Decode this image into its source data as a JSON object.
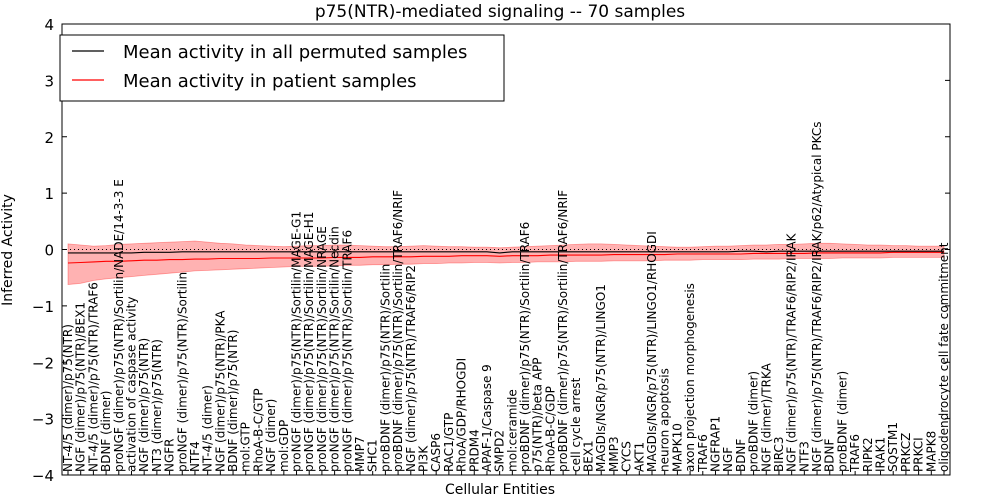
{
  "chart_data": {
    "type": "line",
    "title": "p75(NTR)-mediated signaling -- 70 samples",
    "xlabel": "Cellular Entities",
    "ylabel": "Inferred Activity",
    "ylim": [
      -4,
      4
    ],
    "yticks": [
      "−4",
      "−3",
      "−2",
      "−1",
      "0",
      "1",
      "2",
      "3",
      "4"
    ],
    "grid": false,
    "legend_position": "top-left",
    "reference_line": {
      "y": 0,
      "style": "dotted"
    },
    "categories": [
      "NT-4/5 (dimer)/p75(NTR)",
      "NGF (dimer)/p75(NTR)/BEX1",
      "NT-4/5 (dimer)/p75(NTR)/TRAF6",
      "BDNF (dimer)",
      "proNGF (dimer)/p75(NTR)/Sortilin/NADE/14-3-3 E",
      "activation of caspase activity",
      "NGF (dimer)/p75(NTR)",
      "NT3 (dimer)/p75(NTR)",
      "NGFR",
      "proNGF (dimer)/p75(NTR)/Sortilin",
      "NTF4",
      "NT-4/5 (dimer)",
      "NGF (dimer)/p75(NTR)/PKA",
      "BDNF (dimer)/p75(NTR)",
      "mol:GTP",
      "RhoA-B-C/GTP",
      "NGF (dimer)",
      "mol:GDP",
      "proNGF (dimer)/p75(NTR)/Sortilin/MAGE-G1",
      "proNGF (dimer)/p75(NTR)/Sortilin/MAGE-H1",
      "proNGF (dimer)/p75(NTR)/Sortilin/NRAGE",
      "proNGF (dimer)/p75(NTR)/Sortilin/Necdin",
      "proNGF (dimer)/p75(NTR)/Sortilin/TRAF6",
      "MMP7",
      "SHC1",
      "proBDNF (dimer)/p75(NTR)/Sortilin",
      "proBDNF (dimer)/p75(NTR)/Sortilin/TRAF6/NRIF",
      "NGF (dimer)/p75(NTR)/TRAF6/RIP2",
      "PI3K",
      "CASP6",
      "RAC1/GTP",
      "RhoA/GDP/RHOGDI",
      "PRDM4",
      "APAF-1/Caspase 9",
      "SMPD2",
      "mol:ceramide",
      "proBDNF (dimer)/p75(NTR)/Sortilin/TRAF6",
      "p75(NTR)/beta APP",
      "RhoA-B-C/GDP",
      "proBDNF (dimer)/p75(NTR)/Sortilin/TRAF6/NRIF",
      "cell cycle arrest",
      "BEX1",
      "MAGDIs/NGR/p75(NTR)/LINGO1",
      "MMP3",
      "CYCS",
      "AKT1",
      "MAGDIs/NGR/p75(NTR)/LINGO1/RHOGDI",
      "neuron apoptosis",
      "MAPK10",
      "axon projection morphogenesis",
      "TRAF6",
      "NGFRAP1",
      "NGF",
      "BDNF",
      "proBDNF (dimer)",
      "NGF (dimer)/TRKA",
      "BIRC3",
      "NGF (dimer)/p75(NTR)/TRAF6/RIP2/IRAK",
      "NTF3",
      "NGF (dimer)/p75(NTR)/TRAF6/RIP2/IRAK/p62/Atypical PKCs",
      "BDNF",
      "proBDNF (dimer)",
      "TRAF6",
      "RIPK2",
      "IRAK1",
      "SQSTM1",
      "PRKCZ",
      "PRKCI",
      "MAPK8",
      "oligodendrocyte cell fate commitment"
    ],
    "series": [
      {
        "name": "Mean activity in all permuted samples",
        "color": "#000000",
        "values": [
          -0.06,
          -0.06,
          -0.06,
          -0.06,
          -0.06,
          -0.06,
          -0.05,
          -0.05,
          -0.05,
          -0.04,
          -0.04,
          -0.04,
          -0.04,
          -0.04,
          -0.04,
          -0.04,
          -0.04,
          -0.04,
          -0.04,
          -0.04,
          -0.04,
          -0.04,
          -0.04,
          -0.04,
          -0.04,
          -0.04,
          -0.04,
          -0.04,
          -0.04,
          -0.04,
          -0.04,
          -0.04,
          -0.04,
          -0.04,
          -0.06,
          -0.04,
          -0.04,
          -0.04,
          -0.04,
          -0.04,
          -0.04,
          -0.04,
          -0.04,
          -0.04,
          -0.04,
          -0.04,
          -0.04,
          -0.04,
          -0.04,
          -0.04,
          -0.04,
          -0.04,
          -0.04,
          -0.03,
          -0.03,
          -0.04,
          -0.03,
          -0.03,
          -0.03,
          -0.03,
          -0.03,
          -0.03,
          -0.03,
          -0.03,
          -0.03,
          -0.03,
          -0.03,
          -0.03,
          -0.03,
          -0.03
        ]
      },
      {
        "name": "Mean activity in patient samples",
        "color": "#ff0000",
        "band_color": "#ff0000",
        "values": [
          -0.24,
          -0.23,
          -0.22,
          -0.21,
          -0.21,
          -0.2,
          -0.19,
          -0.19,
          -0.18,
          -0.18,
          -0.17,
          -0.17,
          -0.16,
          -0.16,
          -0.16,
          -0.16,
          -0.15,
          -0.15,
          -0.15,
          -0.15,
          -0.15,
          -0.14,
          -0.14,
          -0.14,
          -0.13,
          -0.13,
          -0.13,
          -0.13,
          -0.12,
          -0.12,
          -0.12,
          -0.11,
          -0.11,
          -0.11,
          -0.12,
          -0.11,
          -0.11,
          -0.11,
          -0.1,
          -0.1,
          -0.1,
          -0.1,
          -0.1,
          -0.09,
          -0.09,
          -0.09,
          -0.09,
          -0.09,
          -0.08,
          -0.08,
          -0.08,
          -0.08,
          -0.08,
          -0.08,
          -0.07,
          -0.07,
          -0.07,
          -0.07,
          -0.07,
          -0.06,
          -0.06,
          -0.06,
          -0.06,
          -0.06,
          -0.06,
          -0.05,
          -0.05,
          -0.05,
          -0.05,
          -0.05
        ],
        "band_lower": [
          -0.62,
          -0.6,
          -0.55,
          -0.52,
          -0.5,
          -0.48,
          -0.46,
          -0.44,
          -0.42,
          -0.4,
          -0.38,
          -0.37,
          -0.36,
          -0.35,
          -0.34,
          -0.33,
          -0.32,
          -0.31,
          -0.3,
          -0.3,
          -0.3,
          -0.29,
          -0.28,
          -0.28,
          -0.27,
          -0.27,
          -0.26,
          -0.26,
          -0.25,
          -0.25,
          -0.24,
          -0.24,
          -0.23,
          -0.23,
          -0.24,
          -0.23,
          -0.23,
          -0.22,
          -0.22,
          -0.22,
          -0.21,
          -0.21,
          -0.21,
          -0.2,
          -0.2,
          -0.2,
          -0.2,
          -0.19,
          -0.19,
          -0.19,
          -0.18,
          -0.18,
          -0.18,
          -0.18,
          -0.17,
          -0.17,
          -0.17,
          -0.16,
          -0.16,
          -0.16,
          -0.16,
          -0.15,
          -0.15,
          -0.15,
          -0.15,
          -0.14,
          -0.14,
          -0.14,
          -0.14,
          -0.14
        ],
        "band_upper": [
          0.1,
          0.08,
          0.06,
          0.07,
          0.09,
          0.1,
          0.11,
          0.12,
          0.13,
          0.14,
          0.15,
          0.13,
          0.11,
          0.1,
          0.08,
          0.07,
          0.06,
          0.05,
          0.06,
          0.07,
          0.07,
          0.08,
          0.08,
          0.07,
          0.06,
          0.05,
          0.05,
          0.06,
          0.07,
          0.06,
          0.05,
          0.05,
          0.04,
          0.04,
          0.03,
          0.04,
          0.05,
          0.06,
          0.07,
          0.08,
          0.09,
          0.1,
          0.1,
          0.09,
          0.08,
          0.07,
          0.06,
          0.05,
          0.04,
          0.04,
          0.05,
          0.06,
          0.06,
          0.07,
          0.08,
          0.08,
          0.09,
          0.09,
          0.1,
          0.11,
          0.11,
          0.1,
          0.09,
          0.08,
          0.08,
          0.07,
          0.07,
          0.06,
          0.06,
          0.06
        ]
      }
    ]
  }
}
